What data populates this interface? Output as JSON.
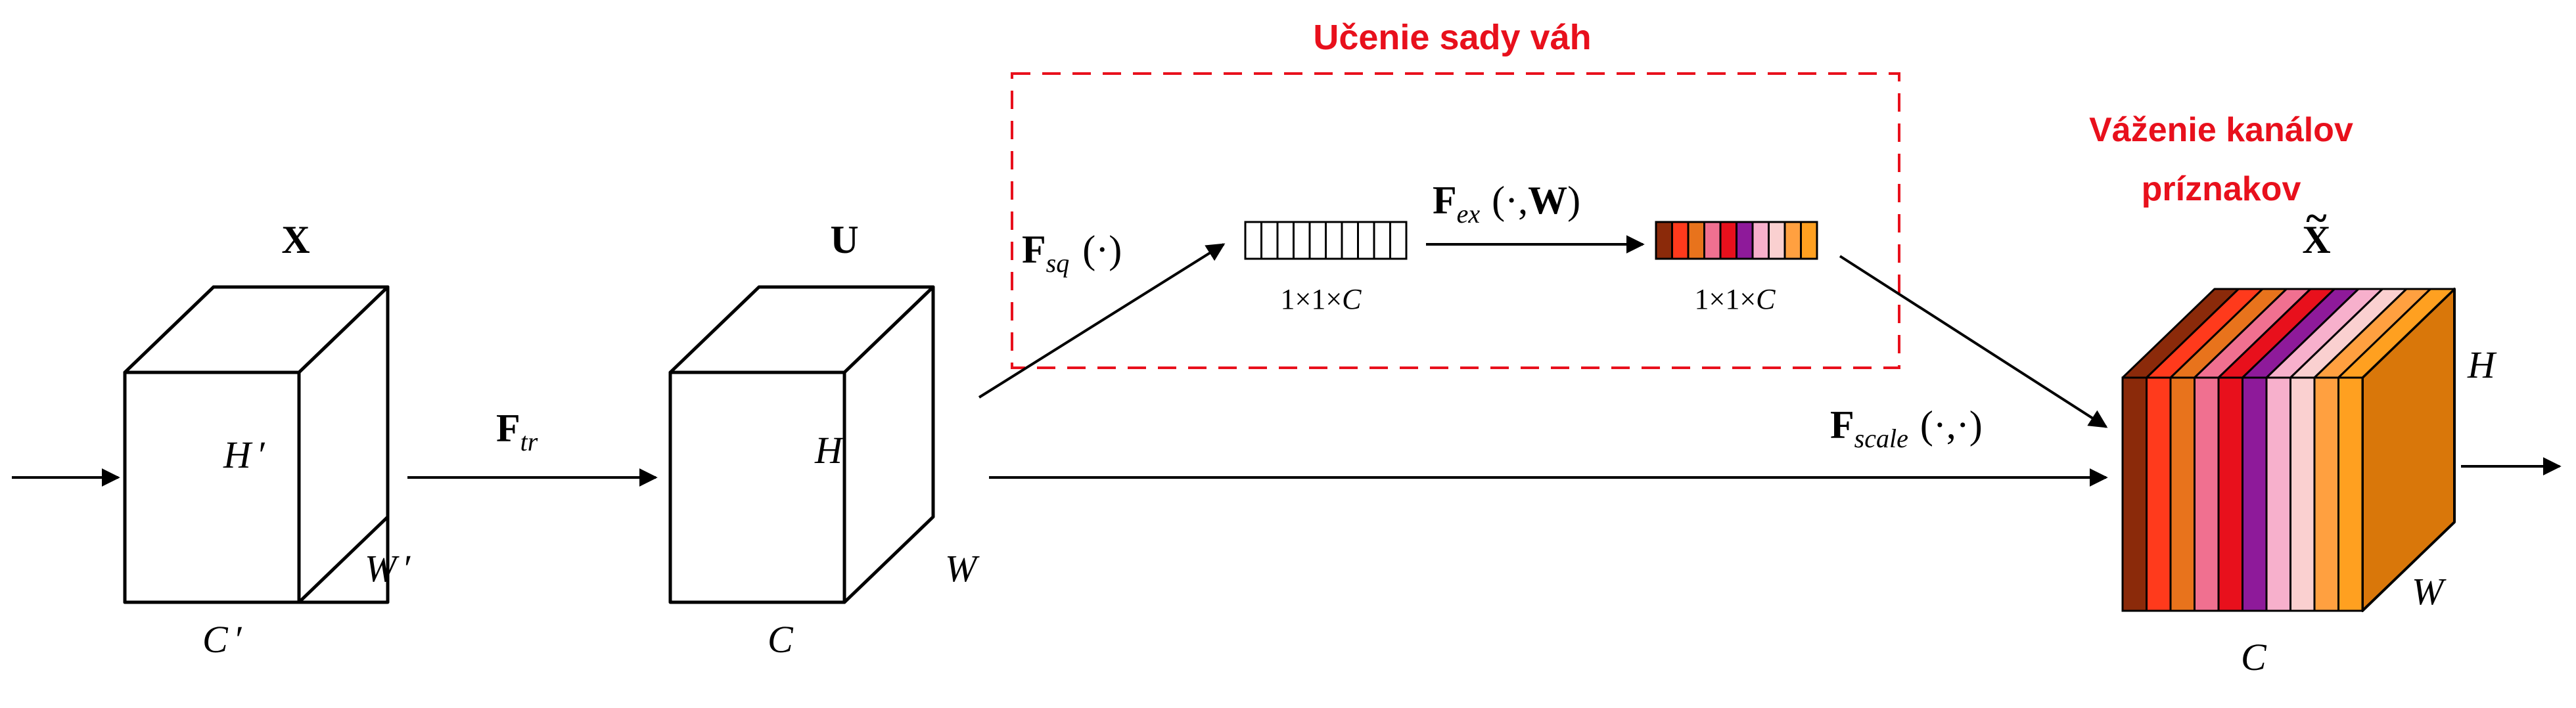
{
  "title_box": {
    "label": "Učenie sady váh",
    "color": "#e8101c"
  },
  "reweight": {
    "line1": "Váženie kanálov",
    "line2": "príznakov",
    "color": "#e8101c"
  },
  "cube_x": {
    "symbol": "X",
    "height": "H",
    "width": "W",
    "channels": "C",
    "prime": "′"
  },
  "cube_u": {
    "symbol": "U",
    "height": "H",
    "width": "W",
    "channels": "C"
  },
  "cube_out": {
    "symbol": "X",
    "tilde": "~",
    "height": "H",
    "width": "W",
    "channels": "C"
  },
  "f_tr": {
    "base": "F",
    "sub": "tr"
  },
  "f_sq": {
    "base": "F",
    "sub": "sq",
    "args": "(·)"
  },
  "f_ex": {
    "base": "F",
    "sub": "ex",
    "args_open": "(·,",
    "args_bold": "W",
    "args_close": ")"
  },
  "f_scale": {
    "base": "F",
    "sub": "scale",
    "args": "(·,·)"
  },
  "vector_empty": {
    "dims": "1×1×",
    "c": "C",
    "cell_count": 10
  },
  "vector_colored": {
    "dims": "1×1×",
    "c": "C",
    "colors": [
      "#8b2a0a",
      "#ff3a1c",
      "#e8731c",
      "#f07090",
      "#e8101c",
      "#8e1a9a",
      "#f7b0cc",
      "#fad0d0",
      "#ffa040",
      "#ffa020"
    ]
  },
  "out_slices": [
    "#8b2a0a",
    "#ff3a1c",
    "#e8731c",
    "#f07090",
    "#e8101c",
    "#8e1a9a",
    "#f7b0cc",
    "#fad0d0",
    "#ffa040",
    "#ffa020"
  ],
  "out_side_color": "#d9770a"
}
